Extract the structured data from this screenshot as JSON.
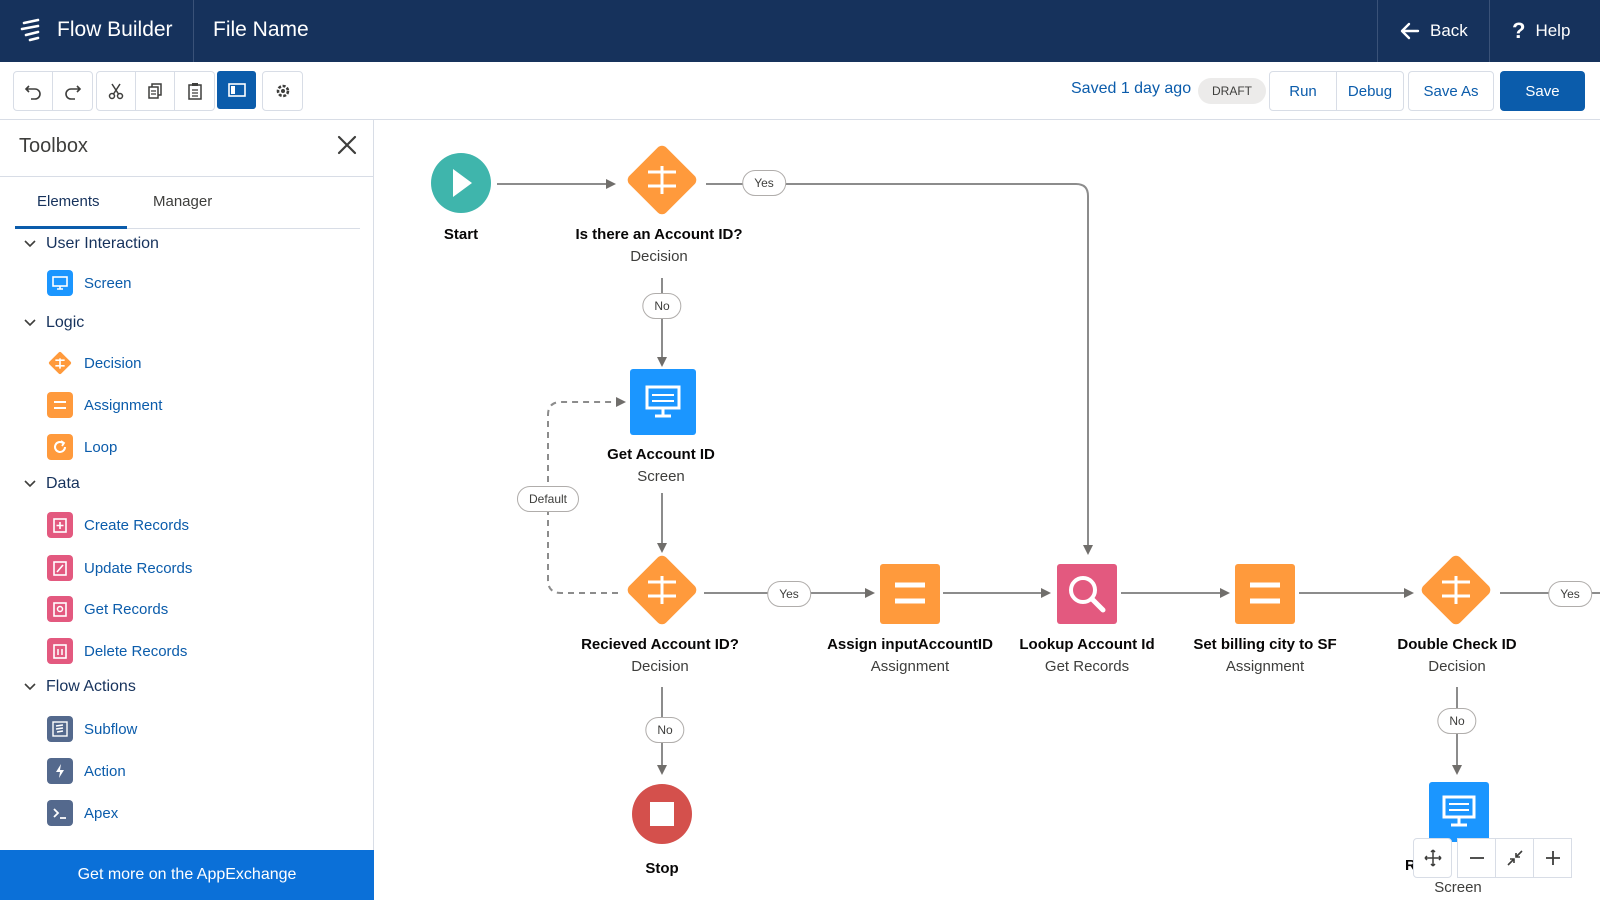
{
  "header": {
    "app_title": "Flow Builder",
    "file_name": "File Name",
    "back_label": "Back",
    "help_label": "Help"
  },
  "toolbar": {
    "saved_text": "Saved 1 day ago",
    "status_badge": "DRAFT",
    "run_label": "Run",
    "debug_label": "Debug",
    "save_as_label": "Save As",
    "save_label": "Save"
  },
  "sidebar": {
    "title": "Toolbox",
    "tabs": [
      {
        "label": "Elements"
      },
      {
        "label": "Manager"
      }
    ],
    "sections": [
      {
        "label": "User Interaction",
        "items": [
          {
            "label": "Screen",
            "icon": "screen-icon"
          }
        ]
      },
      {
        "label": "Logic",
        "items": [
          {
            "label": "Decision",
            "icon": "decision-icon"
          },
          {
            "label": "Assignment",
            "icon": "assignment-icon"
          },
          {
            "label": "Loop",
            "icon": "loop-icon"
          }
        ]
      },
      {
        "label": "Data",
        "items": [
          {
            "label": "Create Records",
            "icon": "create-records-icon"
          },
          {
            "label": "Update Records",
            "icon": "update-records-icon"
          },
          {
            "label": "Get Records",
            "icon": "get-records-icon"
          },
          {
            "label": "Delete Records",
            "icon": "delete-records-icon"
          }
        ]
      },
      {
        "label": "Flow Actions",
        "items": [
          {
            "label": "Subflow",
            "icon": "subflow-icon"
          },
          {
            "label": "Action",
            "icon": "action-icon"
          },
          {
            "label": "Apex",
            "icon": "apex-icon"
          }
        ]
      }
    ],
    "appexchange_label": "Get more on the AppExchange"
  },
  "canvas": {
    "nodes": {
      "start": {
        "name": "Start"
      },
      "is_account": {
        "name": "Is there an Account ID?",
        "type": "Decision"
      },
      "get_account": {
        "name": "Get Account ID",
        "type": "Screen"
      },
      "received": {
        "name": "Recieved Account ID?",
        "type": "Decision"
      },
      "assign_input": {
        "name": "Assign inputAccountID",
        "type": "Assignment"
      },
      "lookup": {
        "name": "Lookup Account Id",
        "type": "Get Records"
      },
      "set_billing": {
        "name": "Set billing city to SF",
        "type": "Assignment"
      },
      "double_check": {
        "name": "Double Check ID",
        "type": "Decision"
      },
      "stop": {
        "name": "Stop"
      },
      "rec_screen": {
        "name": "Rec",
        "type": "Screen"
      }
    },
    "connectors": {
      "yes": "Yes",
      "no": "No",
      "default": "Default"
    }
  },
  "colors": {
    "header_bg": "#16325c",
    "brand_blue": "#0b5cab",
    "decision_orange": "#ff9a3c",
    "screen_blue": "#1b96ff",
    "get_records_pink": "#e3597f",
    "start_teal": "#3fb5ac",
    "stop_red": "#d4504c"
  }
}
